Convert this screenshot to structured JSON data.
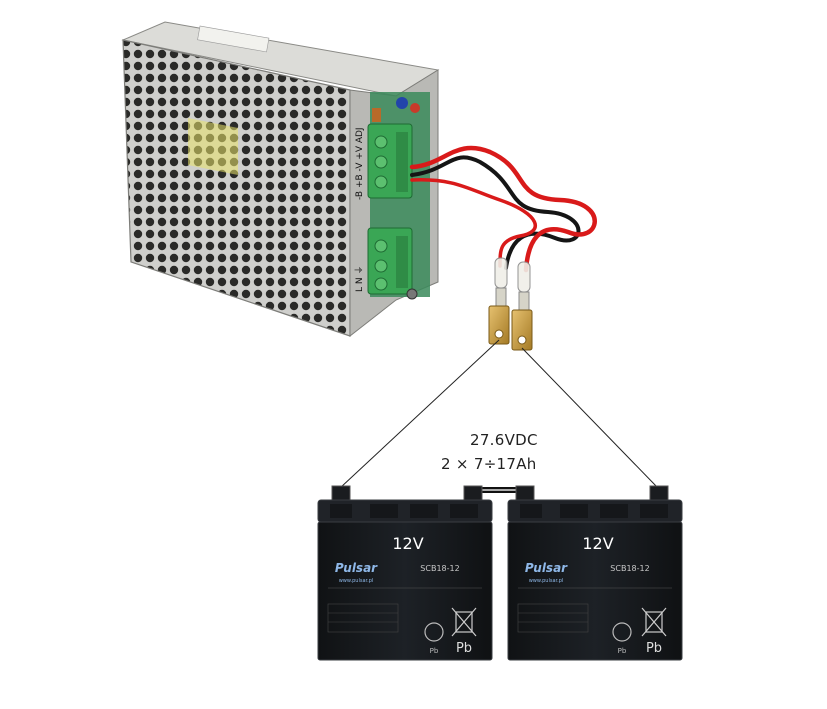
{
  "specs": {
    "voltage": "27.6VDC",
    "battery_config": "2 × 7÷17Ah"
  },
  "psu": {
    "terminal_top_labels": [
      "ADJ",
      "+V",
      "-V",
      "+B",
      "-B"
    ],
    "terminal_bottom_labels": [
      "⏚",
      "N",
      "L"
    ]
  },
  "batteries": [
    {
      "voltage_label": "12V",
      "brand": "Pulsar",
      "url": "www.pulsar.pl",
      "model": "SCB18-12",
      "recycle_text": "Pb"
    },
    {
      "voltage_label": "12V",
      "brand": "Pulsar",
      "url": "www.pulsar.pl",
      "model": "SCB18-12",
      "recycle_text": "Pb"
    }
  ],
  "colors": {
    "psu_metal": "#c9c9c6",
    "terminal_green": "#3aa655",
    "battery_body": "#16191d",
    "wire_red": "#d91a1a",
    "wire_black": "#151515",
    "brass": "#c79a3a"
  }
}
